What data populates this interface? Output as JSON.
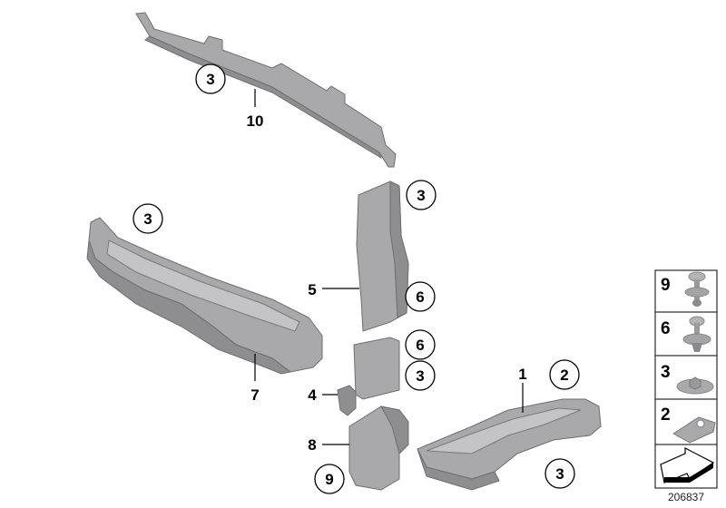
{
  "callouts": {
    "c10_circle": "3",
    "c10_label": "10",
    "c7_circle": "3",
    "c5_top_circle": "3",
    "c5_label": "5",
    "c5_side_circle": "6",
    "c_bracket_circle_6": "6",
    "c_bracket_circle_3": "3",
    "c4_label": "4",
    "c7_label": "7",
    "c1_label": "1",
    "c1_circle_2": "2",
    "c1_circle_3": "3",
    "c8_label": "8",
    "c8_circle": "9"
  },
  "legend": {
    "items": [
      {
        "number": "9",
        "icon": "push-rivet-icon"
      },
      {
        "number": "6",
        "icon": "expanding-rivet-icon"
      },
      {
        "number": "3",
        "icon": "hex-nut-washer-icon"
      },
      {
        "number": "2",
        "icon": "spring-nut-icon"
      }
    ],
    "arrow_icon": "direction-arrow-icon"
  },
  "diagram_code": "206837"
}
